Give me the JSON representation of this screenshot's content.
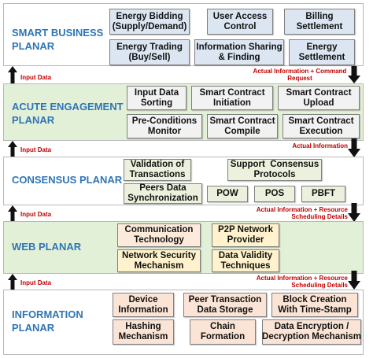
{
  "planars": [
    {
      "title": "SMART BUSINESS\nPLANAR",
      "boxes": [
        "Energy Bidding\n(Supply/Demand)",
        "User Access\nControl",
        "Billing\nSettlement",
        "Energy Trading\n(Buy/Sell)",
        "Information Sharing\n& Finding",
        "Energy\nSettlement"
      ]
    },
    {
      "title": "ACUTE ENGAGEMENT\nPLANAR",
      "boxes": [
        "Input Data\nSorting",
        "Smart Contract\nInitiation",
        "Smart Contract\nUpload",
        "Pre-Conditions\nMonitor",
        "Smart Contract\nCompile",
        "Smart Contract\nExecution"
      ]
    },
    {
      "title": "CONSENSUS PLANAR",
      "boxes": [
        "Validation of\nTransactions",
        "Support  Consensus\nProtocols",
        "Peers Data\nSynchronization",
        "POW",
        "POS",
        "PBFT"
      ]
    },
    {
      "title": "WEB PLANAR",
      "boxes": [
        "Communication\nTechnology",
        "P2P Network\nProvider",
        "Network Security\nMechanism",
        "Data Validity\nTechniques"
      ]
    },
    {
      "title": "INFORMATION\nPLANAR",
      "boxes": [
        "Device\nInformation",
        "Peer Transaction\nData Storage",
        "Block Creation\nWith Time-Stamp",
        "Hashing\nMechanism",
        "Chain\nFormation",
        "Data Encryption /\nDecryption Mechanism"
      ]
    }
  ],
  "arrows": {
    "up_label": "Input Data",
    "down_labels": [
      "Actual Information + Command\nRequest",
      "Actual Information",
      "Actual Information + Resource\nScheduling Details",
      "Actual Information + Resource\nScheduling Details"
    ]
  },
  "colors": {
    "title": "#2e75b6",
    "label_red": "#c00000",
    "arrow": "#111111",
    "band_green": "#e3f0d8"
  }
}
